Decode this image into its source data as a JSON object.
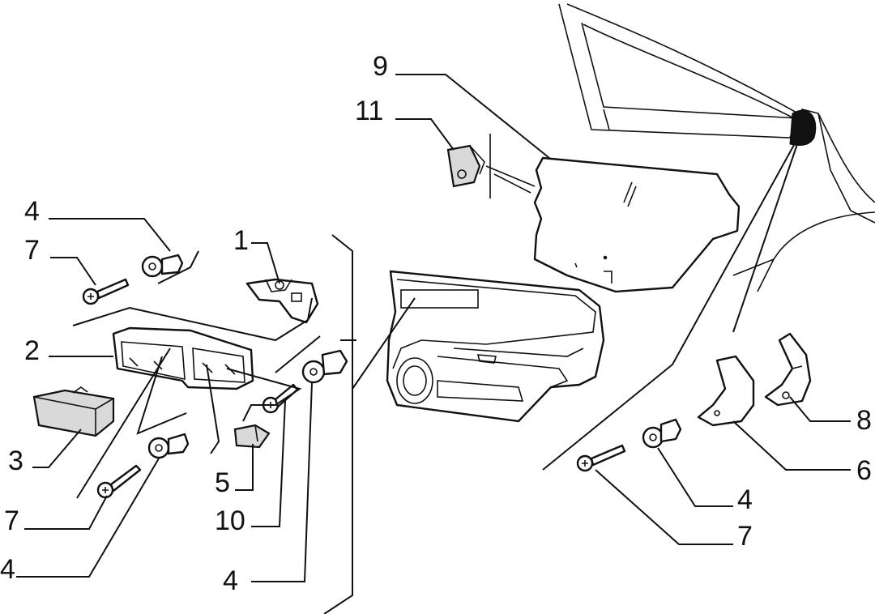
{
  "callouts": {
    "c1": "1",
    "c2": "2",
    "c3": "3",
    "c4a": "4",
    "c4b": "4",
    "c4c": "4",
    "c4d": "4",
    "c5": "5",
    "c6": "6",
    "c7a": "7",
    "c7b": "7",
    "c7c": "7",
    "c8": "8",
    "c9": "9",
    "c10": "10",
    "c11": "11"
  },
  "colors": {
    "line": "#111111",
    "background": "#ffffff",
    "shade": "#d9d9d9"
  }
}
